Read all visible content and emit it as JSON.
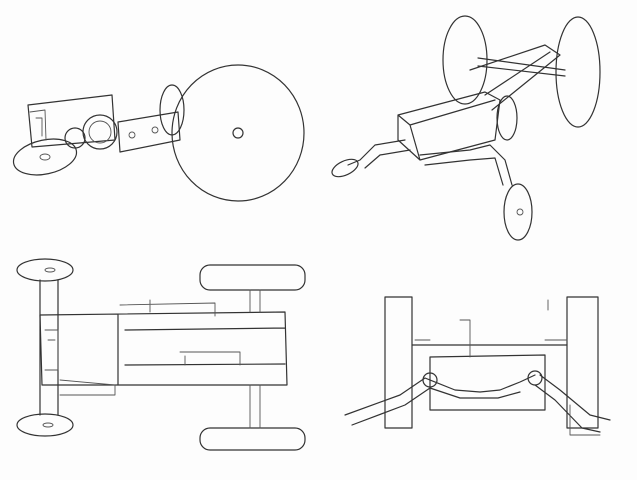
{
  "sketch": {
    "paper_color": "#fdfdfd",
    "pencil_color": "#333333",
    "views": [
      "side-view",
      "perspective-view",
      "top-view",
      "front-view"
    ]
  }
}
